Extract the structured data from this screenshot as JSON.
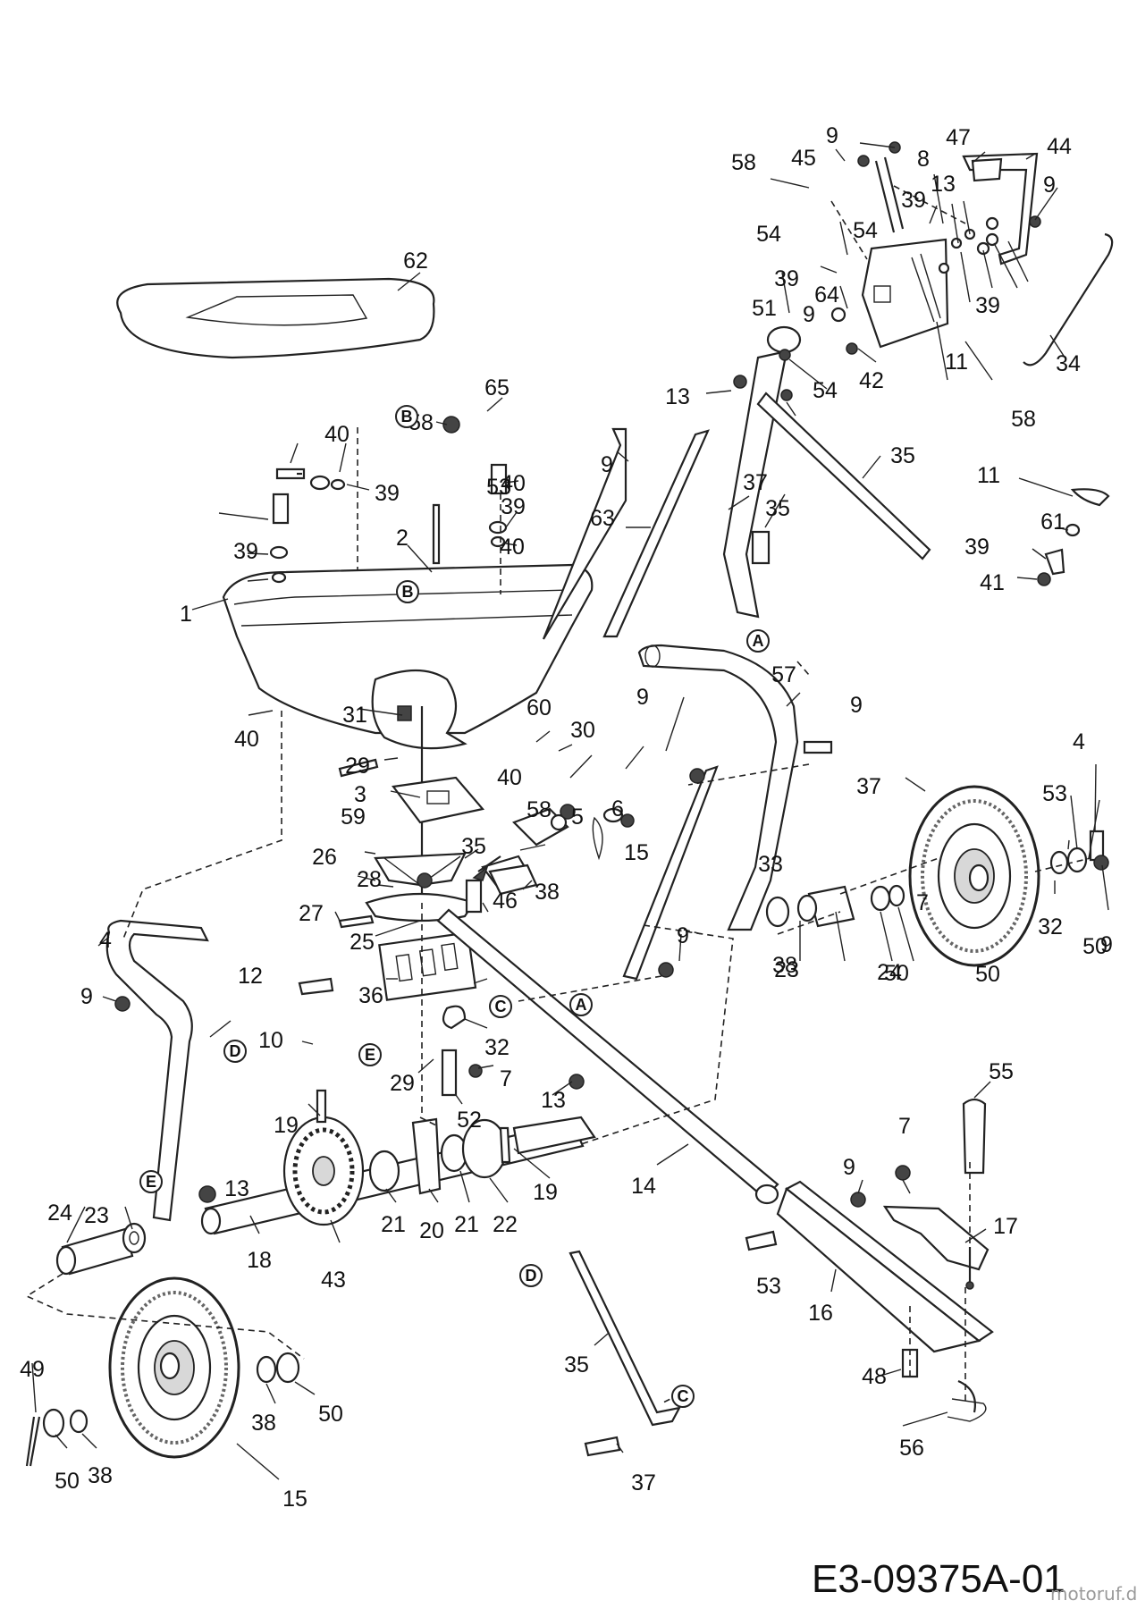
{
  "diagram": {
    "drawing_code": "E3-09375A-01",
    "watermark": "motoruf.de",
    "labels": [
      "62",
      "65",
      "58",
      "40",
      "39",
      "53",
      "40",
      "39",
      "40",
      "39",
      "2",
      "1",
      "31",
      "40",
      "29",
      "3",
      "59",
      "26",
      "28",
      "27",
      "25",
      "36",
      "12",
      "10",
      "29",
      "4",
      "9",
      "19",
      "13",
      "23",
      "24",
      "18",
      "43",
      "21",
      "20",
      "21",
      "22",
      "19",
      "58",
      "45",
      "9",
      "47",
      "44",
      "8",
      "13",
      "9",
      "39",
      "54",
      "54",
      "39",
      "51",
      "64",
      "9",
      "42",
      "11",
      "39",
      "58",
      "34",
      "13",
      "54",
      "9",
      "37",
      "63",
      "35",
      "35",
      "11",
      "61",
      "39",
      "41",
      "60",
      "30",
      "9",
      "40",
      "58",
      "5",
      "6",
      "57",
      "9",
      "4",
      "37",
      "53",
      "15",
      "38",
      "35",
      "46",
      "7",
      "33",
      "32",
      "50",
      "23",
      "24",
      "50",
      "38",
      "50",
      "9",
      "9",
      "32",
      "7",
      "13",
      "52",
      "14",
      "55",
      "7",
      "9",
      "17",
      "53",
      "16",
      "48",
      "56",
      "35",
      "37",
      "49",
      "50",
      "38",
      "38",
      "50",
      "15"
    ],
    "callouts": [
      "B",
      "B",
      "A",
      "A",
      "C",
      "C",
      "D",
      "D",
      "E",
      "E"
    ]
  }
}
